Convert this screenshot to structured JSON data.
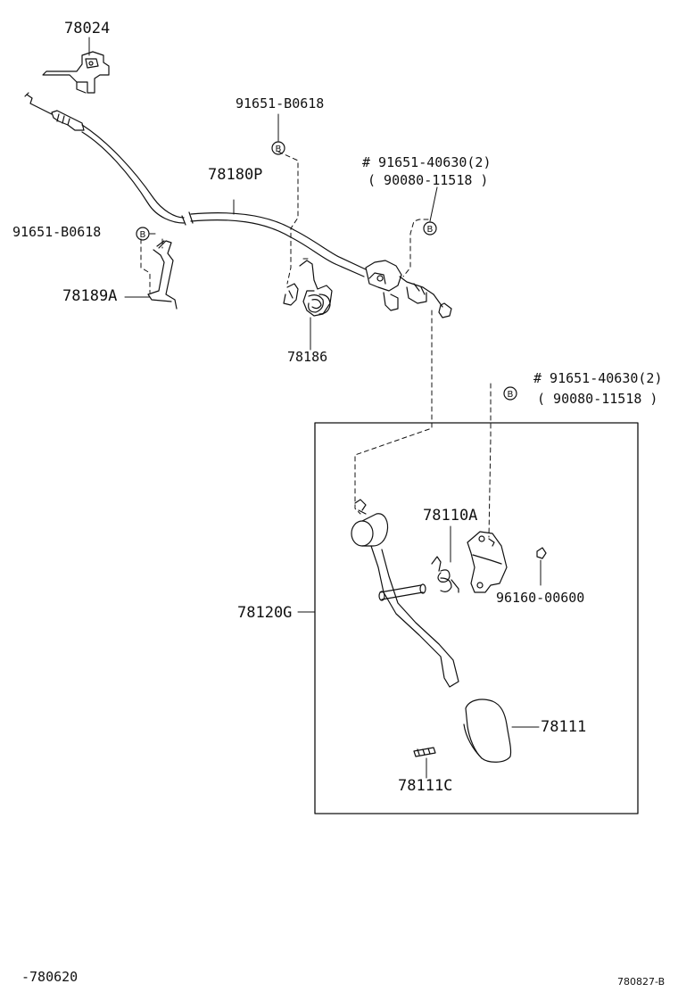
{
  "parts": {
    "p78024": "78024",
    "p91651_b0618_top": "91651-B0618",
    "p91651_40630_top": "# 91651-40630(2)",
    "p90080_11518_top": "( 90080-11518 )",
    "p78180p": "78180P",
    "p91651_b0618_left": "91651-B0618",
    "p78189a": "78189A",
    "p78186": "78186",
    "p91651_40630_right": "# 91651-40630(2)",
    "p90080_11518_right": "( 90080-11518 )",
    "p78110a": "78110A",
    "p96160_00600": "96160-00600",
    "p78120g": "78120G",
    "p78111": "78111",
    "p78111c": "78111C"
  },
  "bolt_marker": "B",
  "footer": {
    "left_code": "-780620",
    "right_code": "780827-B"
  },
  "colors": {
    "line": "#111111",
    "background": "#ffffff"
  }
}
